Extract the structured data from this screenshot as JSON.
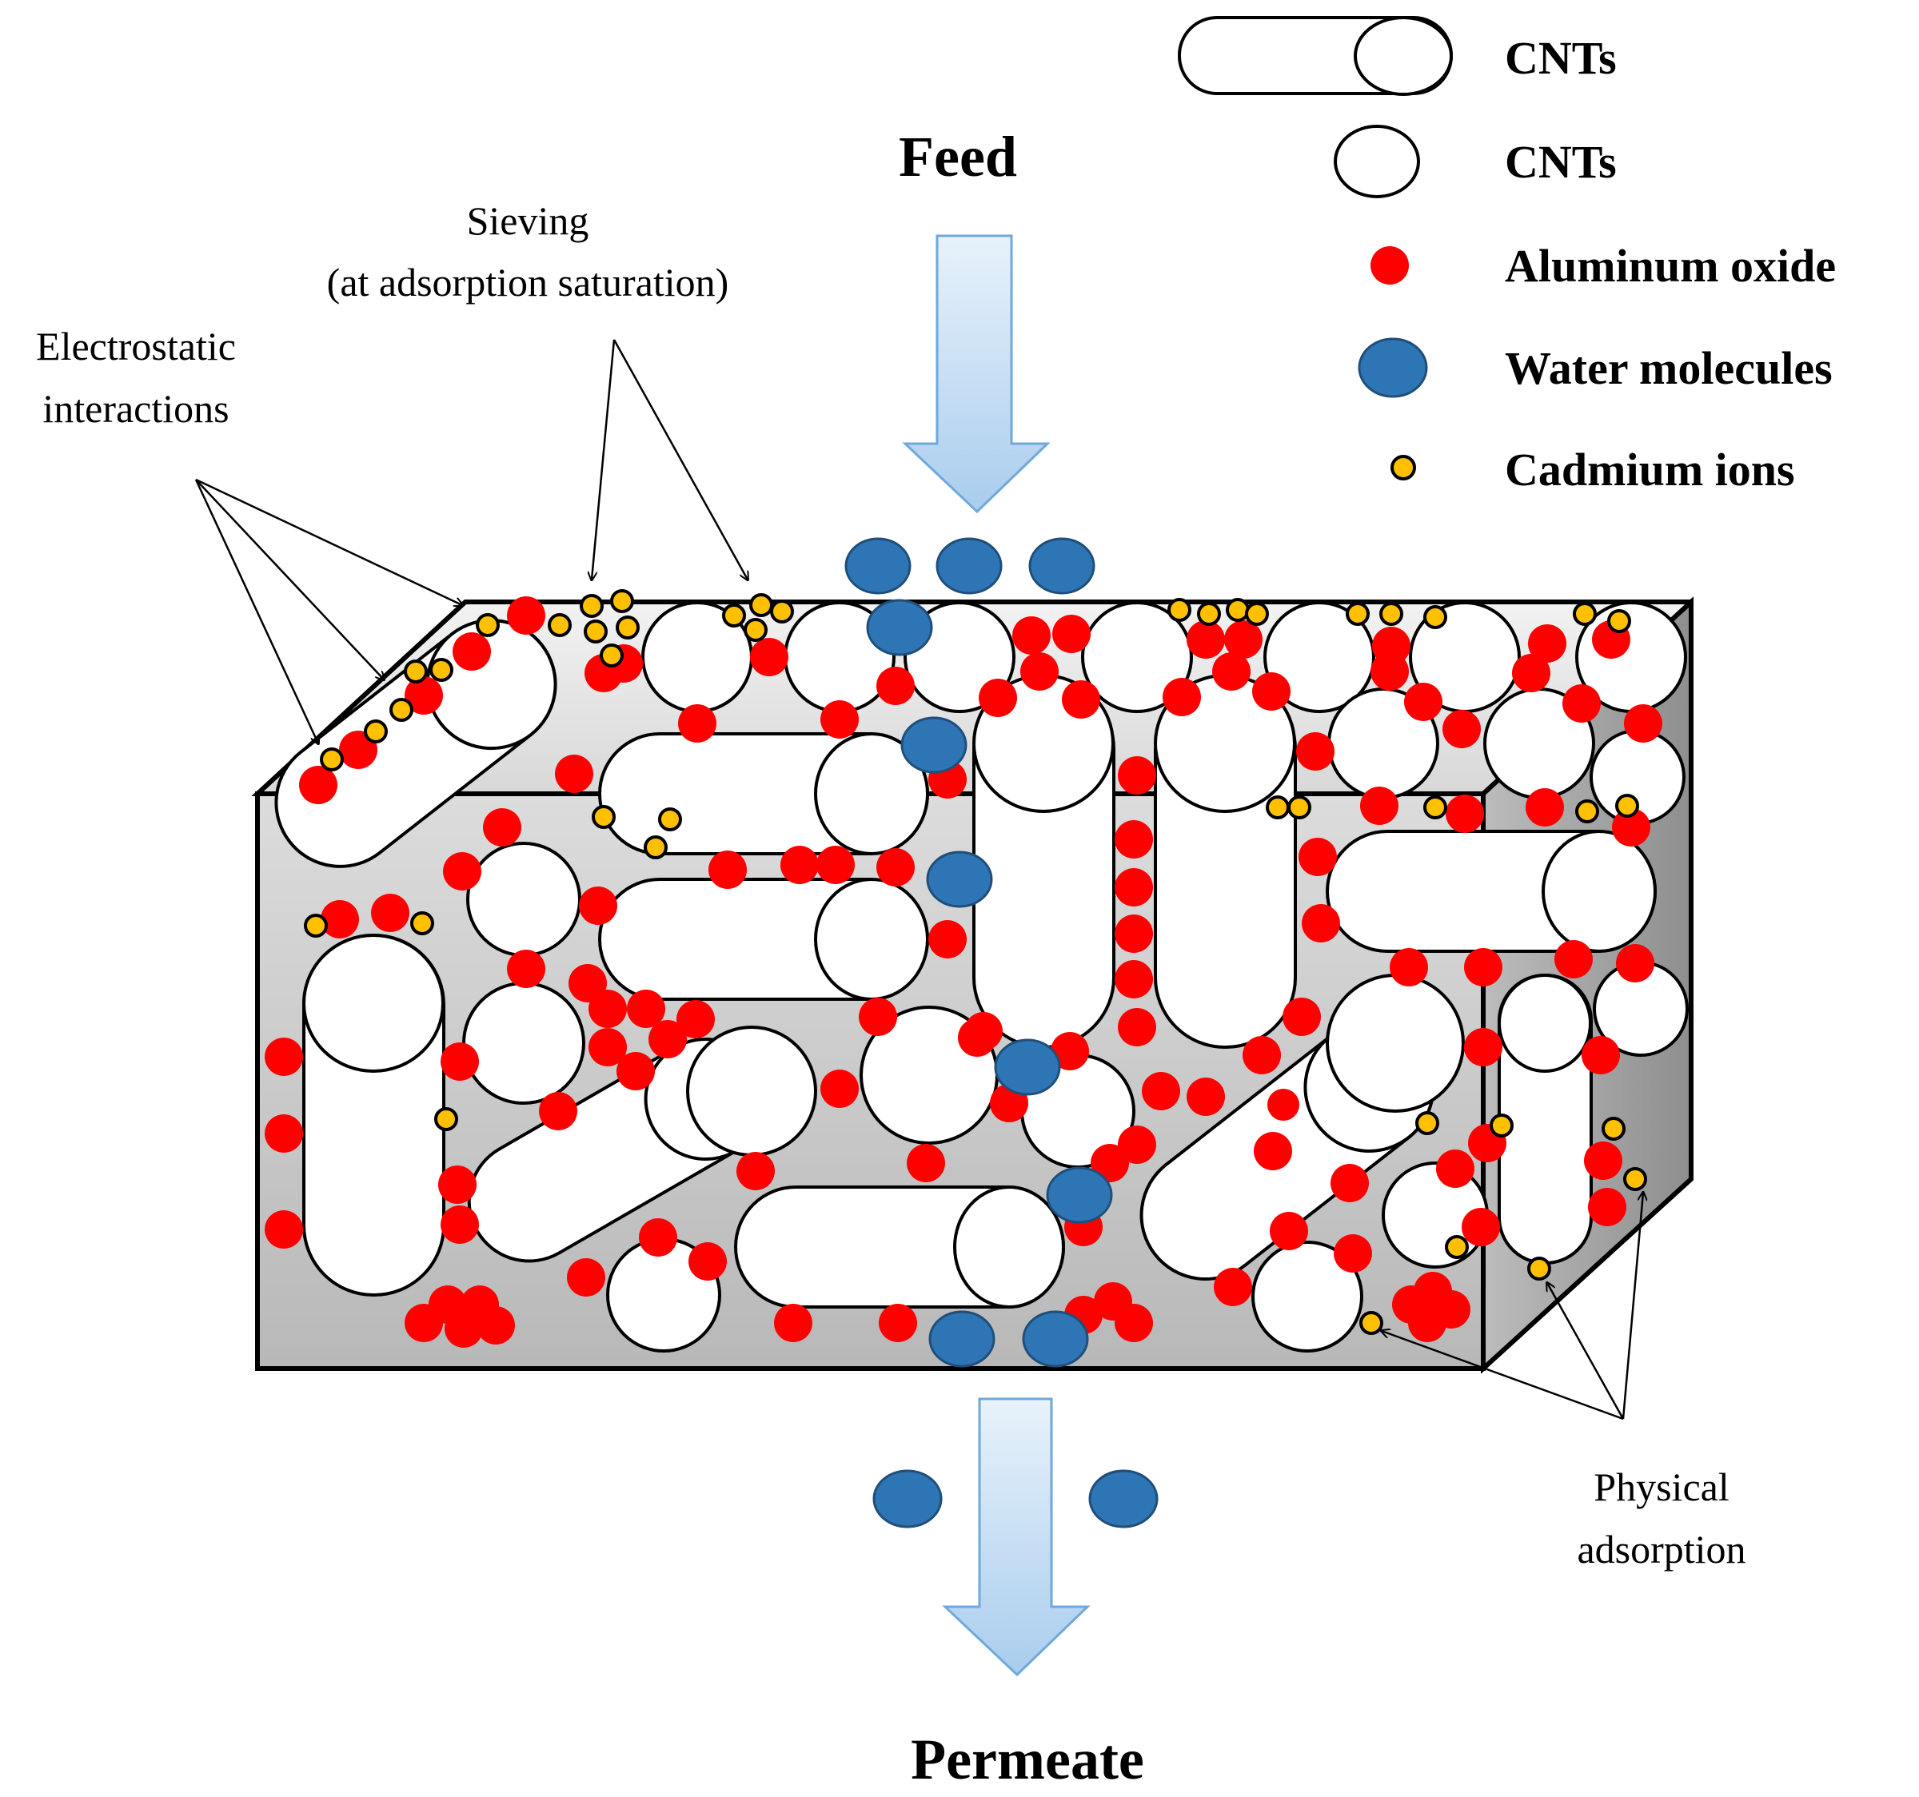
{
  "labels": {
    "feed": "Feed",
    "permeate": "Permeate",
    "sieving_line1": "Sieving",
    "sieving_line2": "(at adsorption saturation)",
    "electrostatic_line1": "Electrostatic",
    "electrostatic_line2": "interactions",
    "physical_line1": "Physical",
    "physical_line2": "adsorption"
  },
  "legend": [
    {
      "symbol": "cnt-tube-icon",
      "label": "CNTs"
    },
    {
      "symbol": "cnt-circle-icon",
      "label": "CNTs"
    },
    {
      "symbol": "aluminum-oxide-dot-icon",
      "label": "Aluminum oxide"
    },
    {
      "symbol": "water-molecule-icon",
      "label": "Water molecules"
    },
    {
      "symbol": "cadmium-ion-icon",
      "label": "Cadmium ions"
    }
  ],
  "colors": {
    "aluminum_oxide": "#ff0000",
    "water": "#2e75b6",
    "cadmium": "#ffc000",
    "arrow_fill": "#bdd7ee",
    "arrow_stroke": "#6fa8dc",
    "membrane_gray": "#c8c8c8"
  }
}
